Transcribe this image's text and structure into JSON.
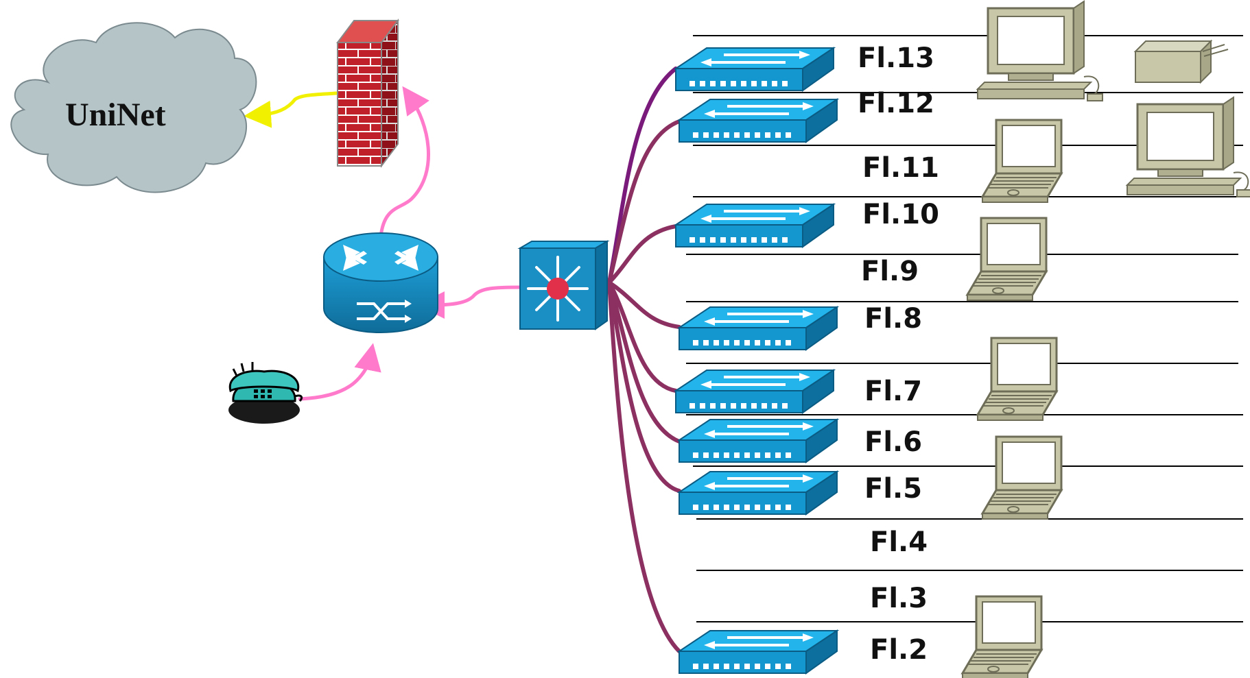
{
  "cloud": {
    "label": "UniNet"
  },
  "floors": [
    {
      "label": "Fl.13"
    },
    {
      "label": "Fl.12"
    },
    {
      "label": "Fl.11"
    },
    {
      "label": "Fl.10"
    },
    {
      "label": "Fl.9"
    },
    {
      "label": "Fl.8"
    },
    {
      "label": "Fl.7"
    },
    {
      "label": "Fl.6"
    },
    {
      "label": "Fl.5"
    },
    {
      "label": "Fl.4"
    },
    {
      "label": "Fl.3"
    },
    {
      "label": "Fl.2"
    }
  ],
  "colors": {
    "cloud_fill": "#b4c4c7",
    "cloud_stroke": "#7a8a8e",
    "firewall_brick": "#c0202a",
    "switch_blue": "#1aa3dc",
    "switch_dark": "#0d6f9e",
    "router_blue": "#1993c8",
    "core_switch": "#1a8fc4",
    "core_hub_dot": "#e0304a",
    "pink_link": "#ff7acb",
    "yellow_link": "#f0f000",
    "trunk_link": "#8b3060",
    "trunk_top": "#7a1a7a",
    "pc_beige": "#c8c8a8",
    "pc_dark": "#6e6e58",
    "floor_line": "#000000"
  },
  "icons": {
    "cloud": "cloud-icon",
    "firewall": "firewall-icon",
    "router": "router-icon",
    "core": "multilayer-switch-icon",
    "phone": "telephone-icon",
    "switch": "switch-icon",
    "desktop": "desktop-computer-icon",
    "laptop": "laptop-icon",
    "printer": "printer-icon"
  }
}
